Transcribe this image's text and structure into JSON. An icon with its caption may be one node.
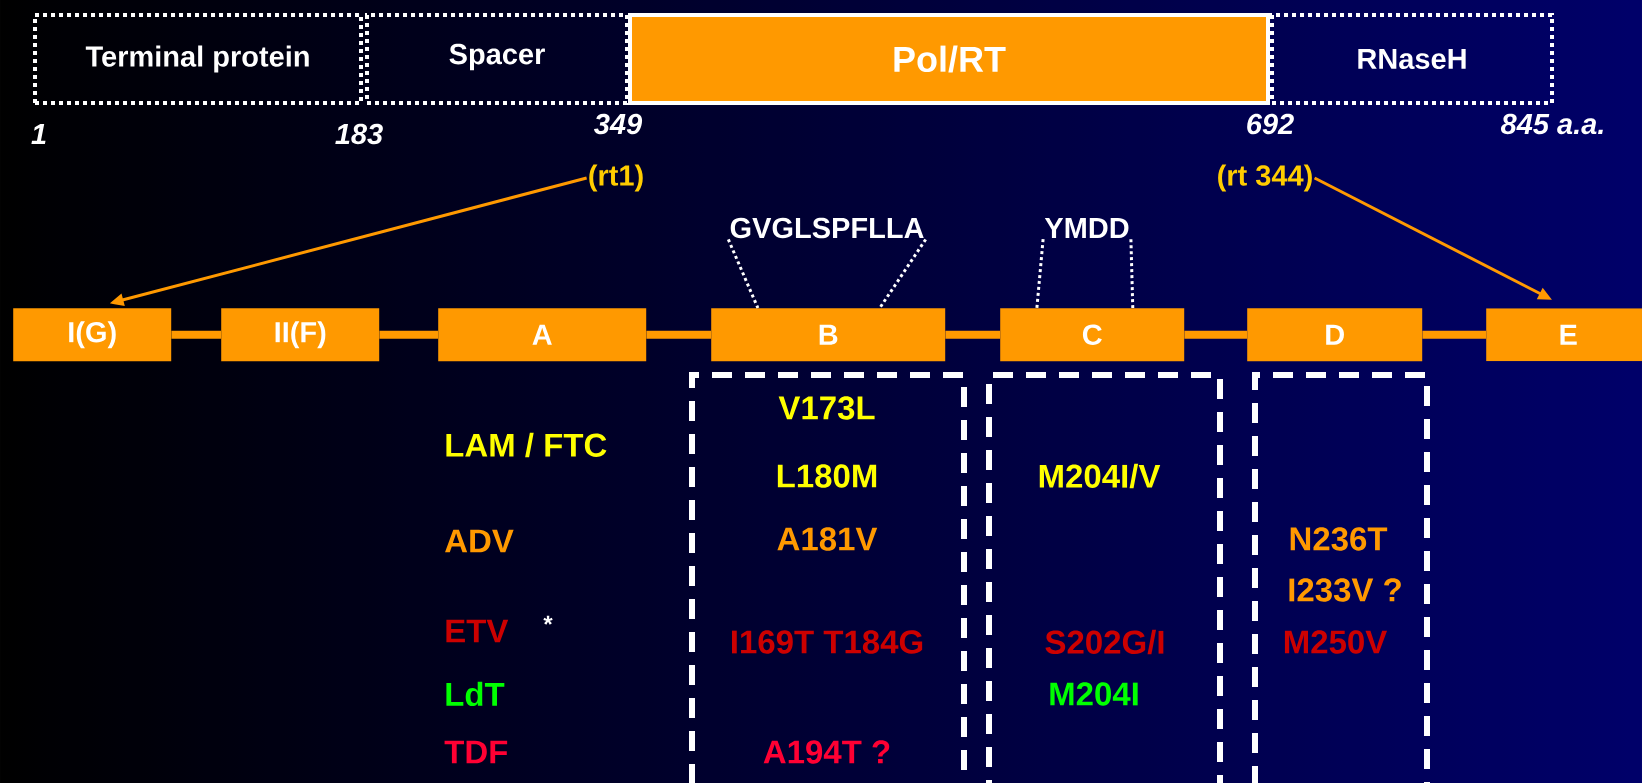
{
  "diagram": {
    "nodes": [
      {
        "text": [
          "Terminal protein"
        ]
      },
      {
        "text": [
          "Spacer"
        ]
      },
      {
        "text": [
          "Pol/RT"
        ]
      },
      {
        "text": [
          "RNaseH"
        ]
      },
      {
        "text": [
          "(rt1)"
        ]
      },
      {
        "text": [
          "(rt 344)"
        ]
      },
      {
        "text": [
          "I(G)"
        ]
      },
      {
        "text": [
          "II(F)"
        ]
      },
      {
        "text": [
          "A"
        ]
      },
      {
        "text": [
          "B"
        ]
      },
      {
        "text": [
          "C"
        ]
      },
      {
        "text": [
          "D"
        ]
      },
      {
        "text": [
          "E"
        ]
      },
      {
        "text": [
          "GVGLSPFLLA"
        ]
      },
      {
        "text": [
          "YMDD"
        ]
      },
      {
        "text": [
          "V173L",
          "L180M",
          "A181V",
          "I169T T184G",
          "A194T ?"
        ]
      },
      {
        "text": [
          "M204I/V",
          "S202G/I",
          "M204I"
        ]
      },
      {
        "text": [
          "N236T",
          "I233V ?",
          "M250V"
        ]
      }
    ],
    "edges": [
      {
        "from": 4,
        "to": 6,
        "arrow": "to"
      },
      {
        "from": 5,
        "to": 12,
        "arrow": "to"
      },
      {
        "from": 6,
        "to": 7,
        "arrow": "none",
        "style": "thick"
      },
      {
        "from": 7,
        "to": 8,
        "arrow": "none",
        "style": "thick"
      },
      {
        "from": 8,
        "to": 9,
        "arrow": "none",
        "style": "thick"
      },
      {
        "from": 9,
        "to": 10,
        "arrow": "none",
        "style": "thick"
      },
      {
        "from": 10,
        "to": 11,
        "arrow": "none",
        "style": "thick"
      },
      {
        "from": 11,
        "to": 12,
        "arrow": "none",
        "style": "thick"
      },
      {
        "from": 13,
        "to": 9,
        "arrow": "none",
        "style": "dashed",
        "color": "#ffffff"
      },
      {
        "from": 13,
        "to": 9,
        "arrow": "none",
        "style": "dashed",
        "color": "#ffffff"
      },
      {
        "from": 14,
        "to": 10,
        "arrow": "none",
        "style": "dashed",
        "color": "#ffffff"
      },
      {
        "from": 14,
        "to": 10,
        "arrow": "none",
        "style": "dashed",
        "color": "#ffffff"
      }
    ],
    "labels": [
      "1",
      "183",
      "349",
      "692",
      "845 a.a.",
      "LAM / FTC",
      "ADV",
      "ETV",
      "*",
      "LdT",
      "TDF"
    ]
  }
}
